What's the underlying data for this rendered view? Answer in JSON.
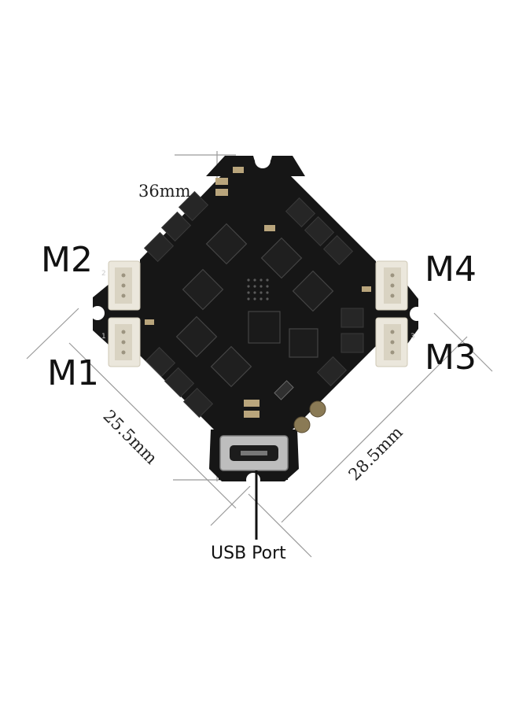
{
  "labels": {
    "m1": "M1",
    "m2": "M2",
    "m3": "M3",
    "m4": "M4",
    "usb": "USB Port",
    "dim_top": "36mm",
    "dim_left": "25.5mm",
    "dim_right": "28.5mm",
    "pin_m2": "2",
    "pin_m1": "1",
    "pin_m3": "3"
  },
  "colors": {
    "pcb": "#161616",
    "connector": "#ebe7dc",
    "chip": "#232323",
    "pad": "#b9a57c",
    "dimension_line": "#9a9a9a"
  }
}
